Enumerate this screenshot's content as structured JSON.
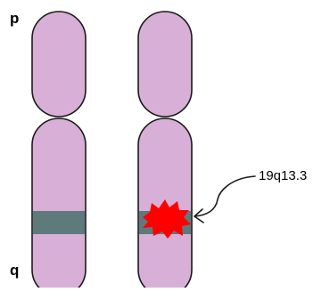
{
  "labels": {
    "p_arm": "p",
    "q_arm": "q",
    "locus": "19q13.3"
  },
  "colors": {
    "chromatid_fill": "#d8afd6",
    "chromatid_stroke": "#1a1a1a",
    "band_fill": "#5f7a7b",
    "marker_fill": "#ff0000",
    "arrow_stroke": "#1a1a1a"
  },
  "icons": {
    "marker": "red-starburst-icon",
    "pointer": "curved-arrow-icon"
  },
  "chromosomes": [
    {
      "name": "normal-chromosome",
      "has_marker": false
    },
    {
      "name": "marked-chromosome",
      "has_marker": true
    }
  ]
}
